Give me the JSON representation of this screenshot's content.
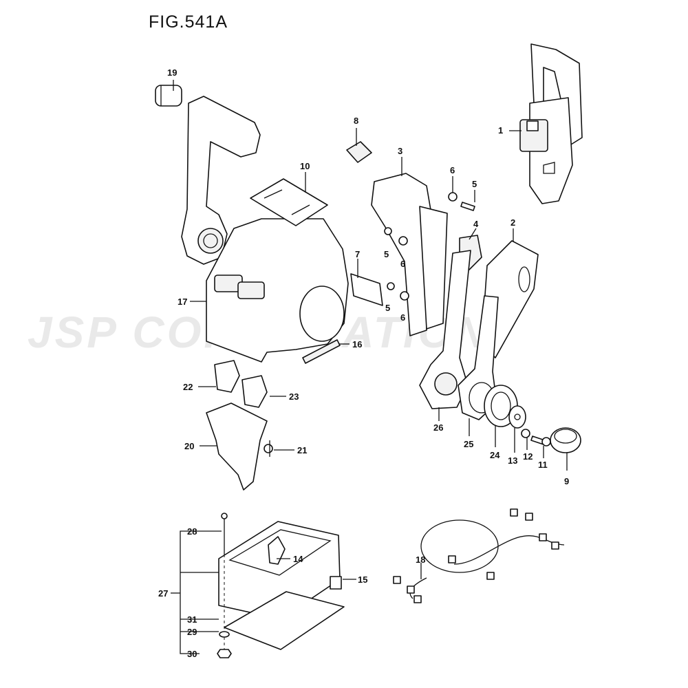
{
  "figure": {
    "title": "FIG.541A",
    "watermark": "JSP CORPORATION"
  },
  "parts": [
    {
      "id": "p1",
      "label": "1"
    },
    {
      "id": "p2",
      "label": "2"
    },
    {
      "id": "p3",
      "label": "3"
    },
    {
      "id": "p4",
      "label": "4"
    },
    {
      "id": "p5a",
      "label": "5"
    },
    {
      "id": "p5b",
      "label": "5"
    },
    {
      "id": "p5c",
      "label": "5"
    },
    {
      "id": "p6a",
      "label": "6"
    },
    {
      "id": "p6b",
      "label": "6"
    },
    {
      "id": "p6c",
      "label": "6"
    },
    {
      "id": "p7",
      "label": "7"
    },
    {
      "id": "p8",
      "label": "8"
    },
    {
      "id": "p9",
      "label": "9"
    },
    {
      "id": "p10",
      "label": "10"
    },
    {
      "id": "p11",
      "label": "11"
    },
    {
      "id": "p12",
      "label": "12"
    },
    {
      "id": "p13",
      "label": "13"
    },
    {
      "id": "p14",
      "label": "14"
    },
    {
      "id": "p15",
      "label": "15"
    },
    {
      "id": "p16",
      "label": "16"
    },
    {
      "id": "p17",
      "label": "17"
    },
    {
      "id": "p18",
      "label": "18"
    },
    {
      "id": "p19",
      "label": "19"
    },
    {
      "id": "p20",
      "label": "20"
    },
    {
      "id": "p21",
      "label": "21"
    },
    {
      "id": "p22",
      "label": "22"
    },
    {
      "id": "p23",
      "label": "23"
    },
    {
      "id": "p24",
      "label": "24"
    },
    {
      "id": "p25",
      "label": "25"
    },
    {
      "id": "p26",
      "label": "26"
    },
    {
      "id": "p27",
      "label": "27"
    },
    {
      "id": "p28",
      "label": "28"
    },
    {
      "id": "p29",
      "label": "29"
    },
    {
      "id": "p30",
      "label": "30"
    },
    {
      "id": "p31",
      "label": "31"
    }
  ]
}
